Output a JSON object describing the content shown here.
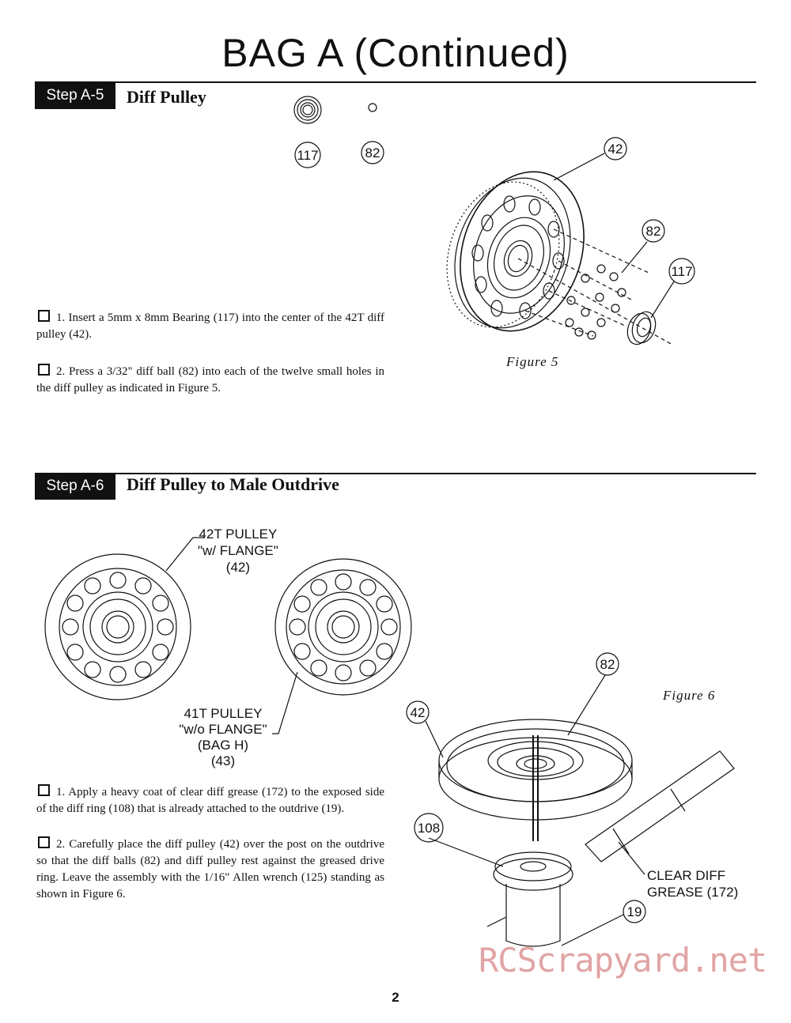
{
  "page_title": "BAG A (Continued)",
  "step_a5": {
    "badge": "Step A-5",
    "title": "Diff Pulley",
    "parts": [
      "117",
      "82"
    ],
    "instructions": [
      "1. Insert a 5mm x 8mm Bearing (117) into the center of the 42T diff pulley (42).",
      "2. Press a 3/32\" diff ball (82) into each of the twelve small holes in the diff pulley as indicated in Figure 5."
    ],
    "figure_caption": "Figure 5",
    "callouts": [
      "42",
      "82",
      "117"
    ]
  },
  "step_a6": {
    "badge": "Step A-6",
    "title": "Diff Pulley to Male Outdrive",
    "pulley_42_label": [
      "42T PULLEY",
      "\"w/ FLANGE\"",
      "(42)"
    ],
    "pulley_41_label": [
      "41T PULLEY",
      "\"w/o FLANGE\"",
      "(BAG H)",
      "(43)"
    ],
    "instructions": [
      "1. Apply a heavy coat of clear diff grease (172) to the exposed side of the diff ring (108) that is already attached to the outdrive (19).",
      "2. Carefully place the diff pulley (42) over the post on the outdrive so that the diff balls (82) and diff pulley rest against the greased drive ring. Leave the assembly with the 1/16\" Allen wrench (125) standing as shown in Figure 6."
    ],
    "figure_caption": "Figure 6",
    "callouts": [
      "82",
      "42",
      "108",
      "19"
    ],
    "grease_label": [
      "CLEAR DIFF",
      "GREASE (172)"
    ]
  },
  "page_number": "2",
  "watermark": "RCScrapyard.net"
}
